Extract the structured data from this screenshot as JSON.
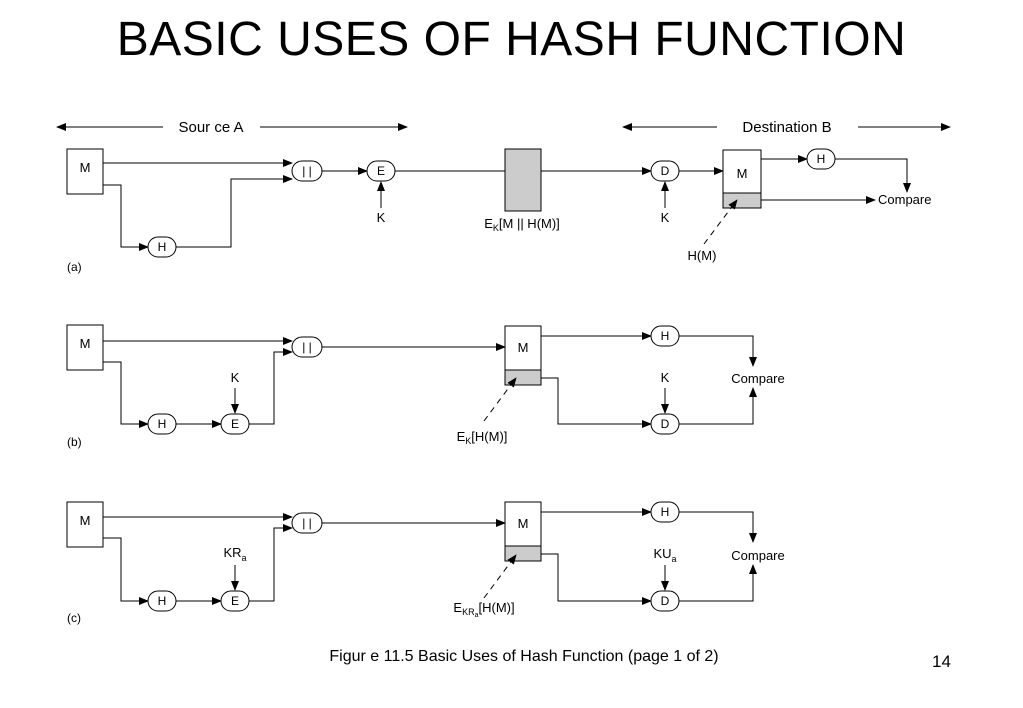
{
  "slide": {
    "title": "BASIC USES OF HASH FUNCTION",
    "page_number": "14"
  },
  "header": {
    "source": "Sour ce A",
    "destination": "Destination B"
  },
  "figure_caption": "Figur e 11.5  Basic Uses of Hash Function (page 1 of 2)",
  "labels": {
    "M": "M",
    "H": "H",
    "E": "E",
    "D": "D",
    "K": "K",
    "concat": "| |",
    "compare": "Compare",
    "HM": "H(M)",
    "KR": "KR",
    "KU": "KU",
    "sub_a": "a"
  },
  "panels": {
    "a": {
      "tag": "(a)",
      "transmitted": "[M || H(M)]"
    },
    "b": {
      "tag": "(b)",
      "transmitted": "[H(M)]"
    },
    "c": {
      "tag": "(c)",
      "transmitted": "[H(M)]"
    }
  },
  "colors": {
    "shaded_block": "#cccccc",
    "line": "#000000"
  }
}
